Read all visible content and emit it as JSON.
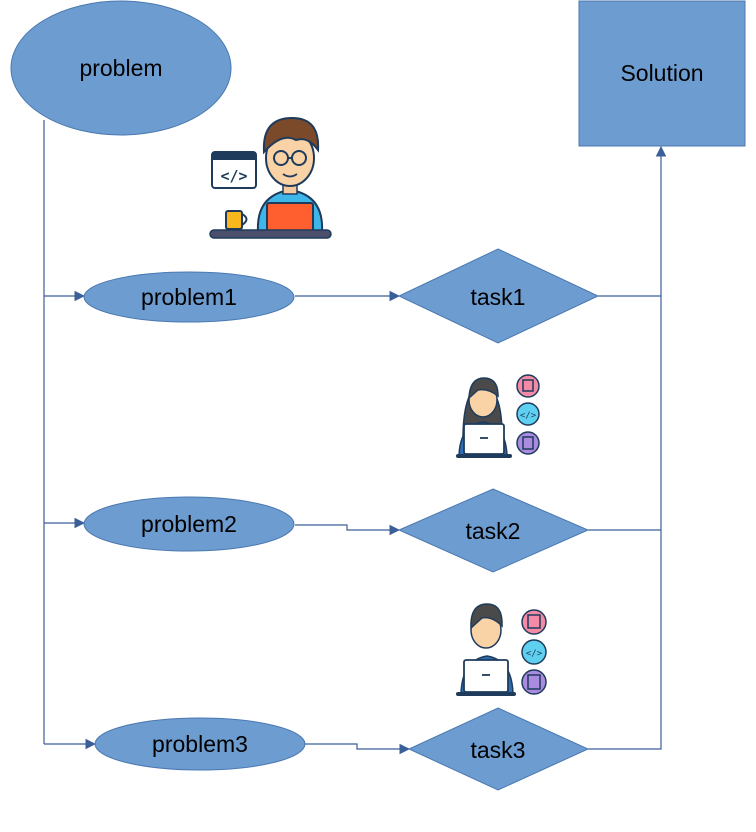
{
  "colors": {
    "node_fill": "#6d9cd1",
    "node_stroke": "#4a78b0",
    "edge": "#3b5f99",
    "background": "#ffffff"
  },
  "nodes": {
    "problem": {
      "label": "problem",
      "shape": "ellipse"
    },
    "solution": {
      "label": "Solution",
      "shape": "rectangle"
    },
    "problem1": {
      "label": "problem1",
      "shape": "ellipse"
    },
    "problem2": {
      "label": "problem2",
      "shape": "ellipse"
    },
    "problem3": {
      "label": "problem3",
      "shape": "ellipse"
    },
    "task1": {
      "label": "task1",
      "shape": "diamond"
    },
    "task2": {
      "label": "task2",
      "shape": "diamond"
    },
    "task3": {
      "label": "task3",
      "shape": "diamond"
    }
  },
  "edges": [
    {
      "from": "problem",
      "to": "problem1"
    },
    {
      "from": "problem",
      "to": "problem2"
    },
    {
      "from": "problem",
      "to": "problem3"
    },
    {
      "from": "problem1",
      "to": "task1"
    },
    {
      "from": "problem2",
      "to": "task2"
    },
    {
      "from": "problem3",
      "to": "task3"
    },
    {
      "from": "task1",
      "to": "solution"
    },
    {
      "from": "task2",
      "to": "solution"
    },
    {
      "from": "task3",
      "to": "solution"
    }
  ],
  "illustrations": {
    "developer": {
      "icon": "developer-with-laptop-icon"
    },
    "worker_female": {
      "icon": "female-developer-icon"
    },
    "worker_male": {
      "icon": "male-developer-icon"
    }
  }
}
